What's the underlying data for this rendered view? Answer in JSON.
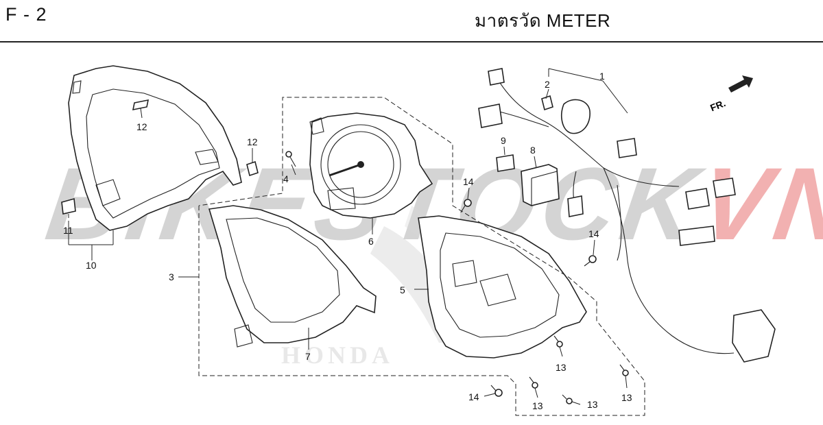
{
  "header": {
    "page_code": "F - 2",
    "title": "มาตรวัด  METER"
  },
  "watermark": {
    "main": "BIKESTOCK",
    "accent": "VN",
    "logo_text": "HONDA"
  },
  "direction_marker": {
    "label": "FR."
  },
  "callouts": [
    {
      "id": "c1",
      "label": "1"
    },
    {
      "id": "c2",
      "label": "2"
    },
    {
      "id": "c3",
      "label": "3"
    },
    {
      "id": "c4",
      "label": "4"
    },
    {
      "id": "c5",
      "label": "5"
    },
    {
      "id": "c6",
      "label": "6"
    },
    {
      "id": "c7",
      "label": "7"
    },
    {
      "id": "c8",
      "label": "8"
    },
    {
      "id": "c9",
      "label": "9"
    },
    {
      "id": "c10",
      "label": "10"
    },
    {
      "id": "c11",
      "label": "11"
    },
    {
      "id": "c12a",
      "label": "12"
    },
    {
      "id": "c12b",
      "label": "12"
    },
    {
      "id": "c13a",
      "label": "13"
    },
    {
      "id": "c13b",
      "label": "13"
    },
    {
      "id": "c13c",
      "label": "13"
    },
    {
      "id": "c13d",
      "label": "13"
    },
    {
      "id": "c14a",
      "label": "14"
    },
    {
      "id": "c14b",
      "label": "14"
    },
    {
      "id": "c14c",
      "label": "14"
    }
  ]
}
